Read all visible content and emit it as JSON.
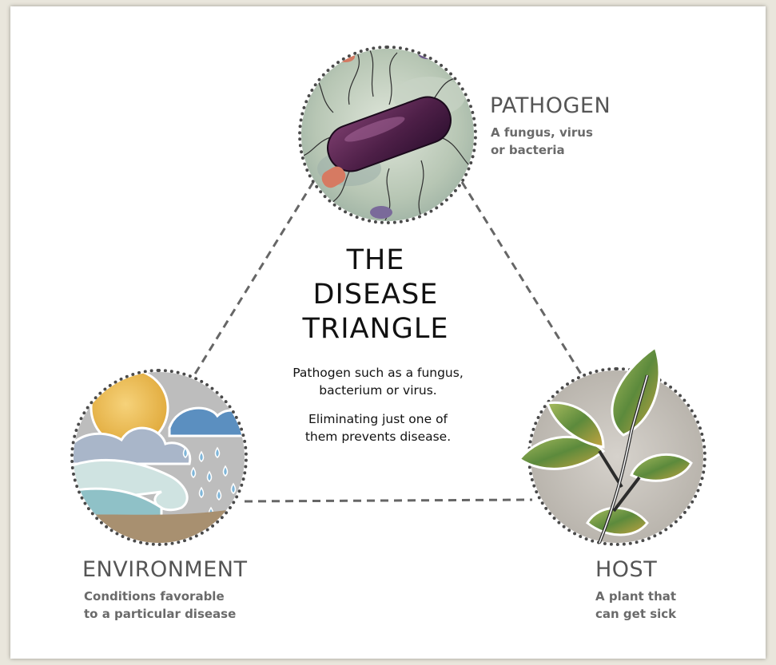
{
  "center": {
    "title": "THE\nDISEASE\nTRIANGLE",
    "text1": "Pathogen such as a fungus,\nbacterium or virus.",
    "text2": "Eliminating just one of\nthem prevents disease."
  },
  "nodes": {
    "pathogen": {
      "title": "PATHOGEN",
      "desc": "A fungus, virus\nor bacteria",
      "icon": "bacteria-illustration"
    },
    "environment": {
      "title": "ENVIRONMENT",
      "desc": "Conditions favorable\nto a particular disease",
      "icon": "weather-illustration"
    },
    "host": {
      "title": "HOST",
      "desc": "A plant that\ncan get sick",
      "icon": "plant-leaf-illustration"
    }
  },
  "colors": {
    "background": "#e9e6dc",
    "card": "#ffffff",
    "label": "#555555",
    "desc": "#6a6a6a",
    "dash": "#666666"
  }
}
